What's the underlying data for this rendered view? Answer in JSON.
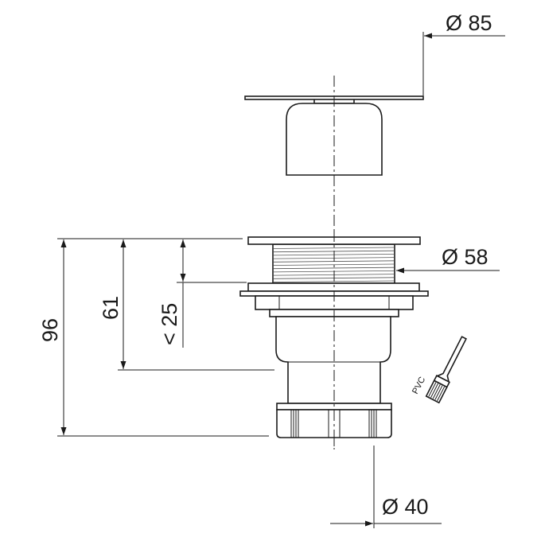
{
  "dimensions": {
    "top_diameter": "Ø 85",
    "thread_diameter": "Ø 58",
    "outlet_diameter": "Ø 40",
    "total_height": "96",
    "body_height": "61",
    "max_thickness": "< 25"
  },
  "brush_label": "PVC",
  "colors": {
    "line": "#1a1a1a",
    "background": "#ffffff"
  }
}
